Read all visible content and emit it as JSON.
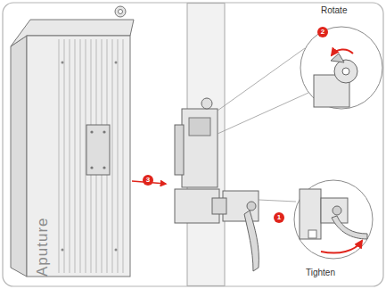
{
  "diagram": {
    "labels": [
      "Rotate",
      "2",
      "3",
      "1",
      "Tighten",
      "Aputure"
    ]
  }
}
